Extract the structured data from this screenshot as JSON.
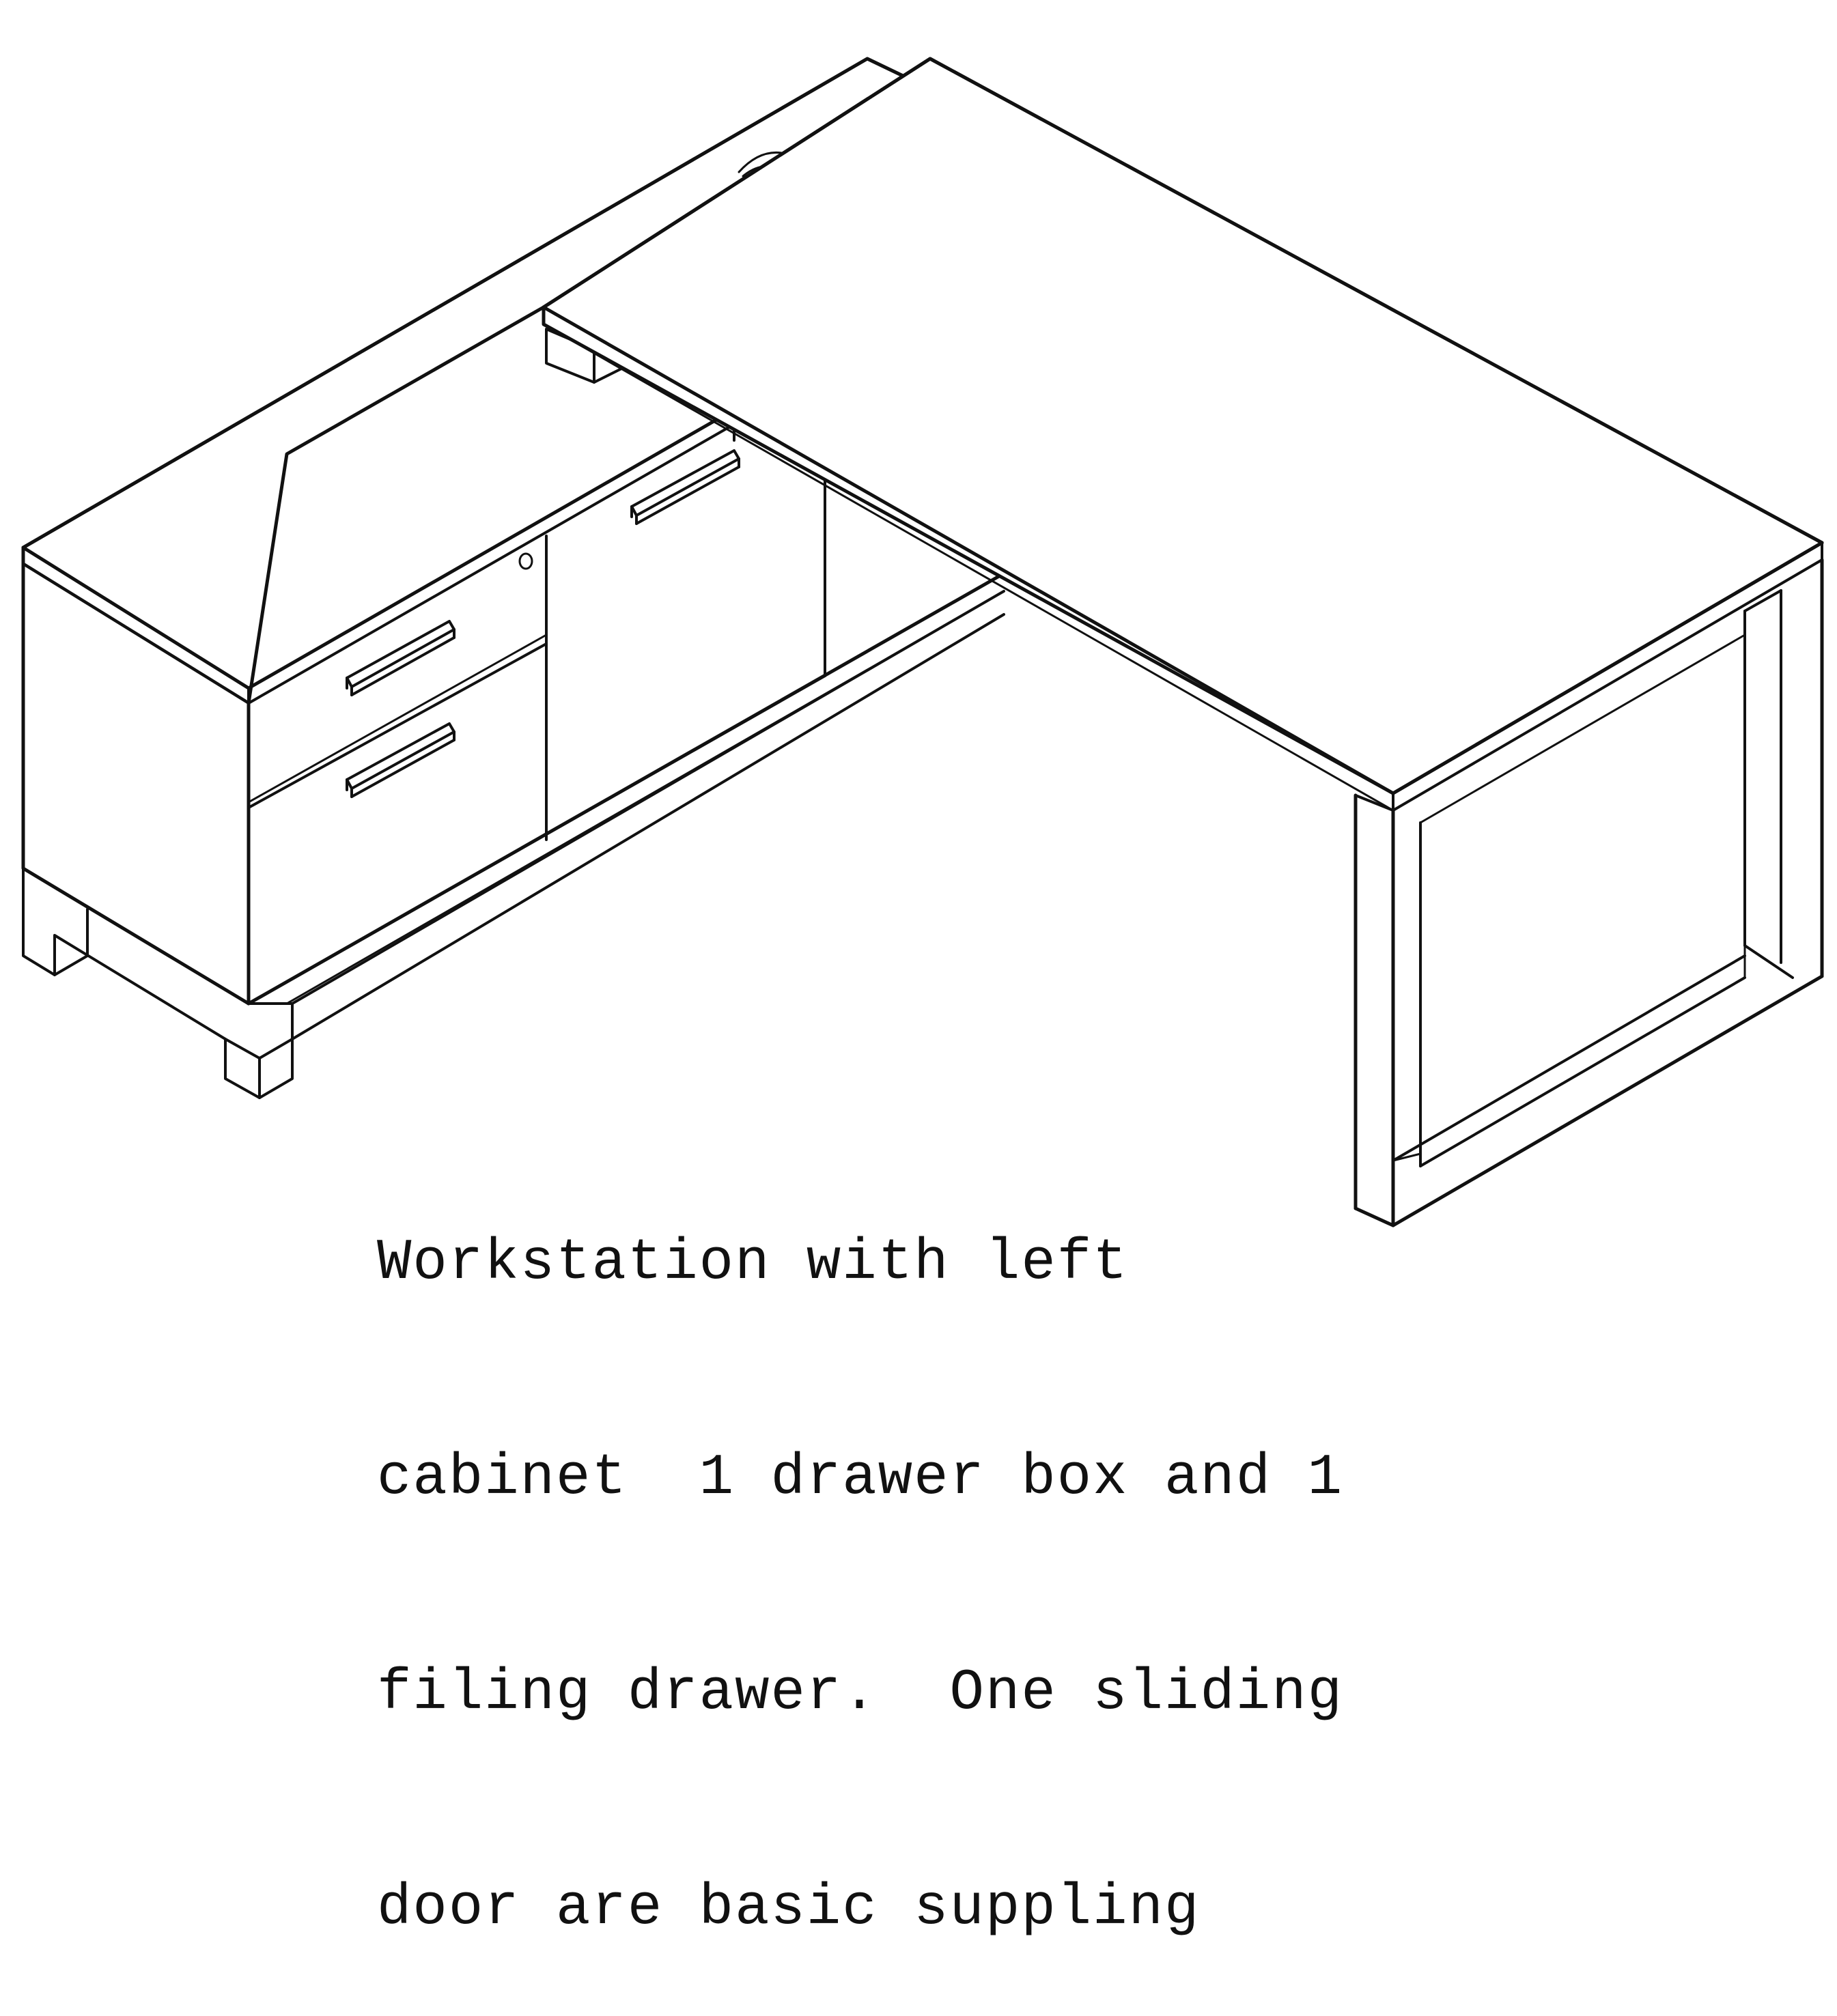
{
  "caption": {
    "lines": [
      "Workstation with left",
      "cabinet  1 drawer box and 1",
      "filing drawer.  One sliding",
      "door are basic suppling"
    ]
  }
}
